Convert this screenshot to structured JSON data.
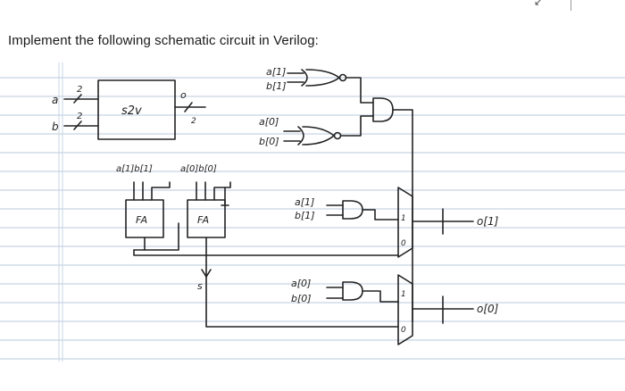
{
  "prompt": {
    "text": "Implement the following schematic circuit in Verilog:"
  },
  "colors": {
    "ink": "#222222",
    "ruled_line": "#b9c9dd",
    "margin_line": "#c9d6e6",
    "background": "#ffffff"
  },
  "schematic": {
    "inputs": {
      "a": "a",
      "b": "b",
      "a_width": "2",
      "b_width": "2"
    },
    "top_block": {
      "label": "s2v",
      "out_label": "o",
      "out_width": "2"
    },
    "gates": {
      "g1_in_a": "a[1]",
      "g1_in_b": "b[1]",
      "g2_in_a": "a[0]",
      "g2_in_b": "b[0]",
      "mux_hi_in_a": "a[1]",
      "mux_hi_in_b": "b[1]",
      "mux_lo_in_a": "a[0]",
      "mux_lo_in_b": "b[0]"
    },
    "adders": {
      "fa1_inputs": "a[1]b[1]",
      "fa0_inputs": "a[0]b[0]",
      "fa1_label": "FA",
      "fa0_label": "FA",
      "s_label": "s"
    },
    "mux": {
      "hi_one": "1",
      "hi_zero": "0",
      "lo_one": "1",
      "lo_zero": "0"
    },
    "outputs": {
      "o1": "o[1]",
      "o0": "o[0]"
    }
  }
}
